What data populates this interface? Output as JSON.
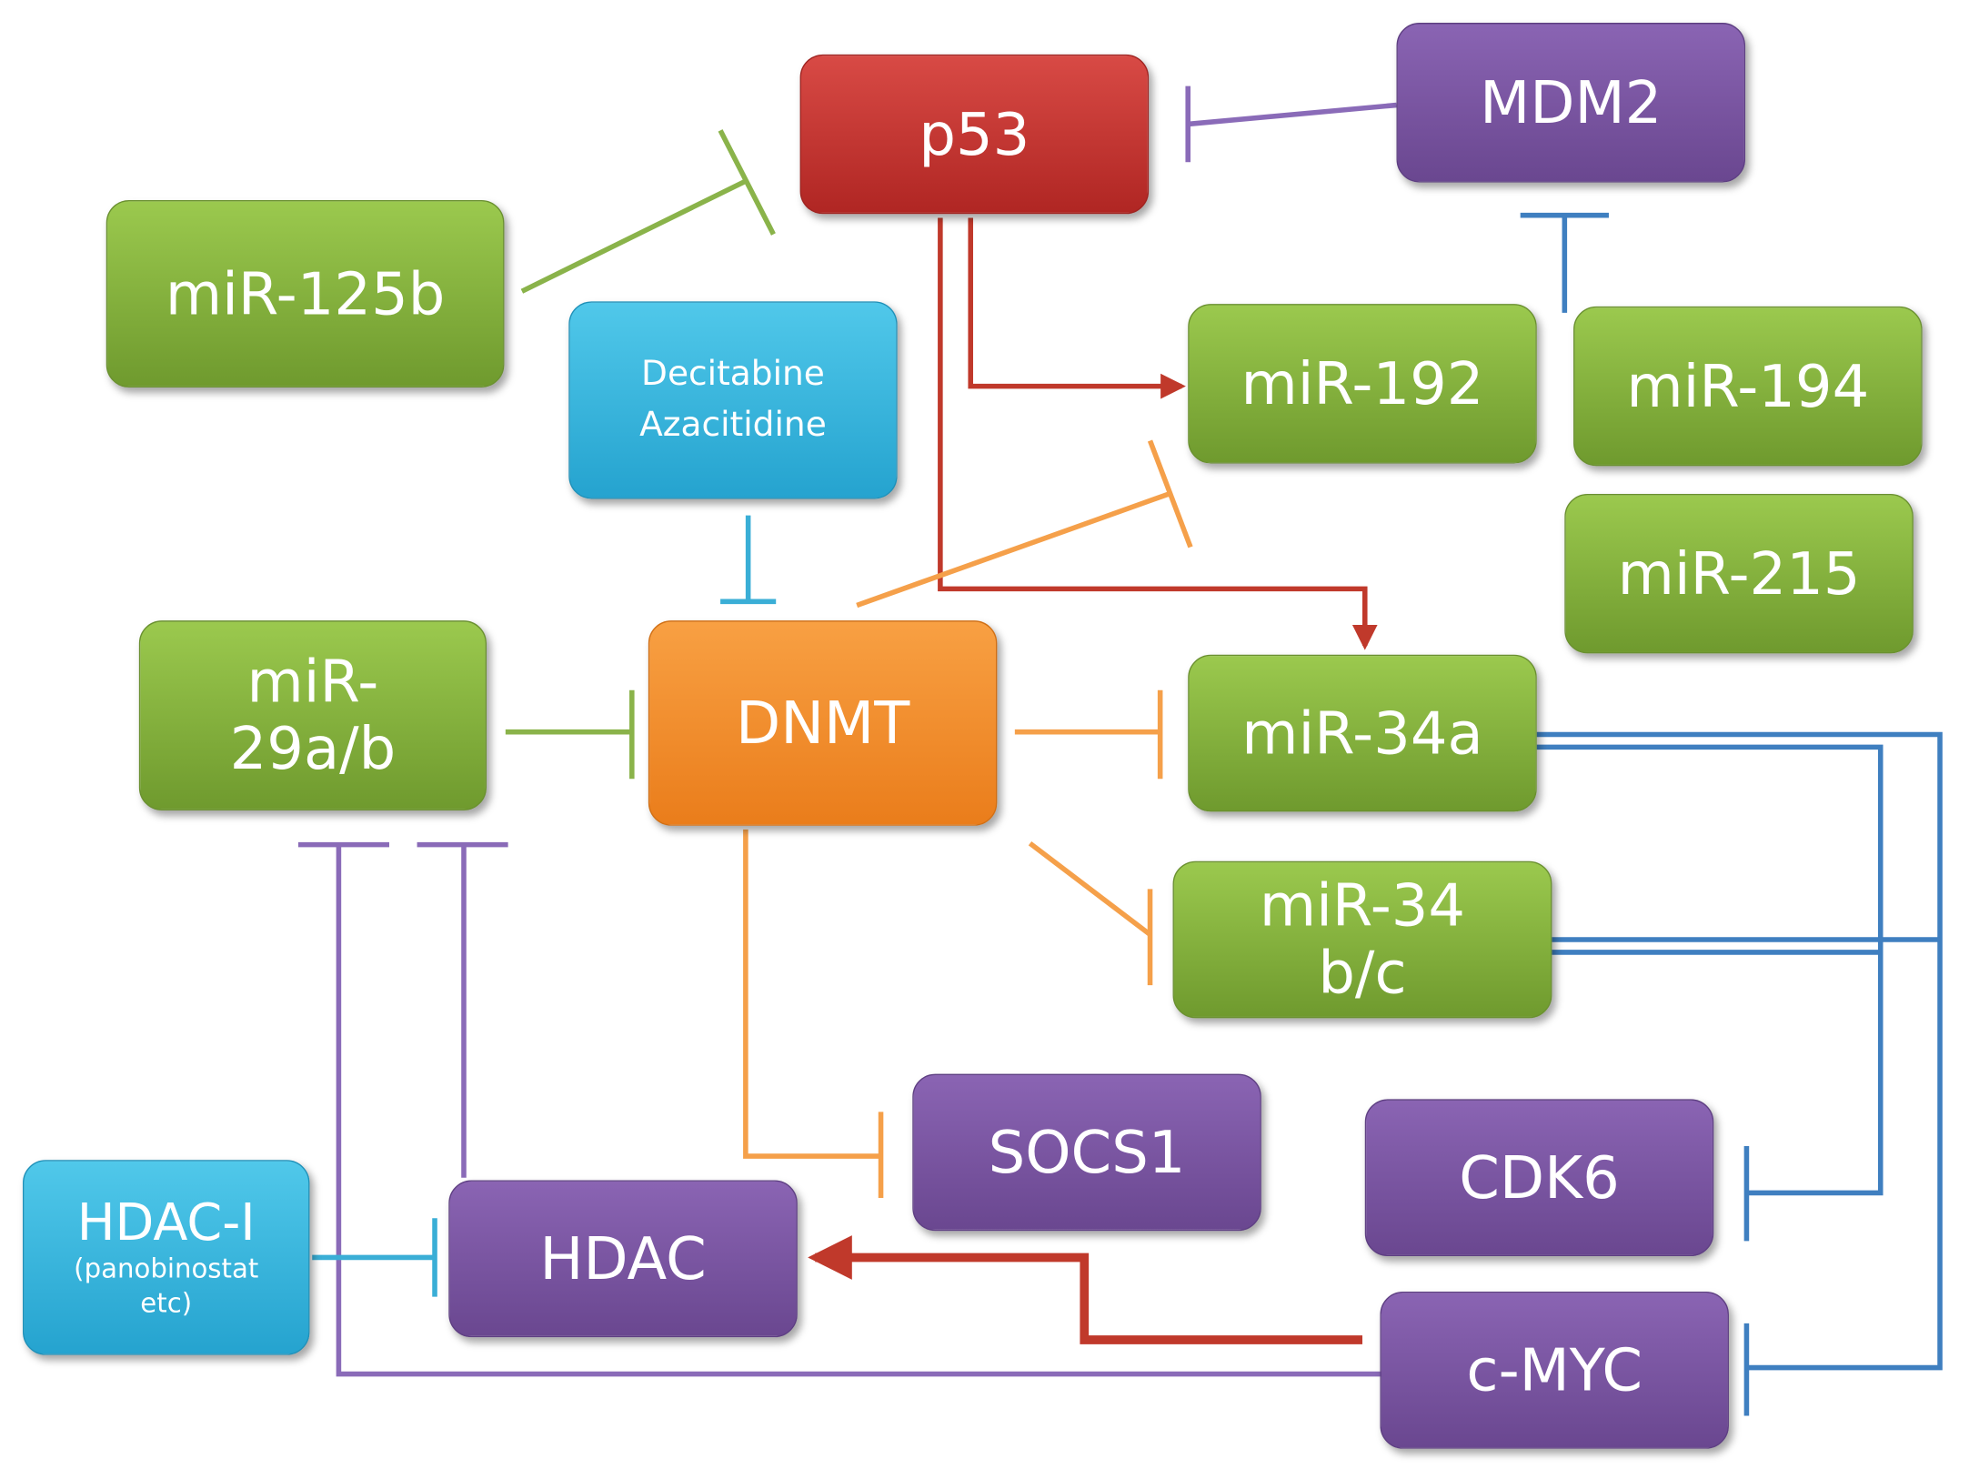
{
  "nodes": {
    "p53": "p53",
    "mdm2": "MDM2",
    "mir125b": "miR-125b",
    "drugs": [
      "Decitabine",
      "Azacitidine"
    ],
    "mir192": "miR-192",
    "mir194": "miR-194",
    "mir215": "miR-215",
    "mir29": [
      "miR-",
      "29a/b"
    ],
    "dnmt": "DNMT",
    "mir34a": "miR-34a",
    "mir34bc": [
      "miR-34",
      "b/c"
    ],
    "socs1": "SOCS1",
    "cdk6": "CDK6",
    "hdaci": [
      "HDAC-I",
      "(panobinostat",
      "etc)"
    ],
    "hdac": "HDAC",
    "cmyc": "c-MYC"
  },
  "colors": {
    "green": "#82b23c",
    "red": "#c4302c",
    "purple": "#7952a3",
    "orange": "#f08c2e",
    "cyan": "#37b6df",
    "edge_red": "#c0392b",
    "edge_blue": "#3f7fc0",
    "edge_orange": "#f5a04a",
    "edge_purple": "#8a6bb8",
    "edge_green": "#8ab34a",
    "edge_cyan": "#3aaed6"
  }
}
